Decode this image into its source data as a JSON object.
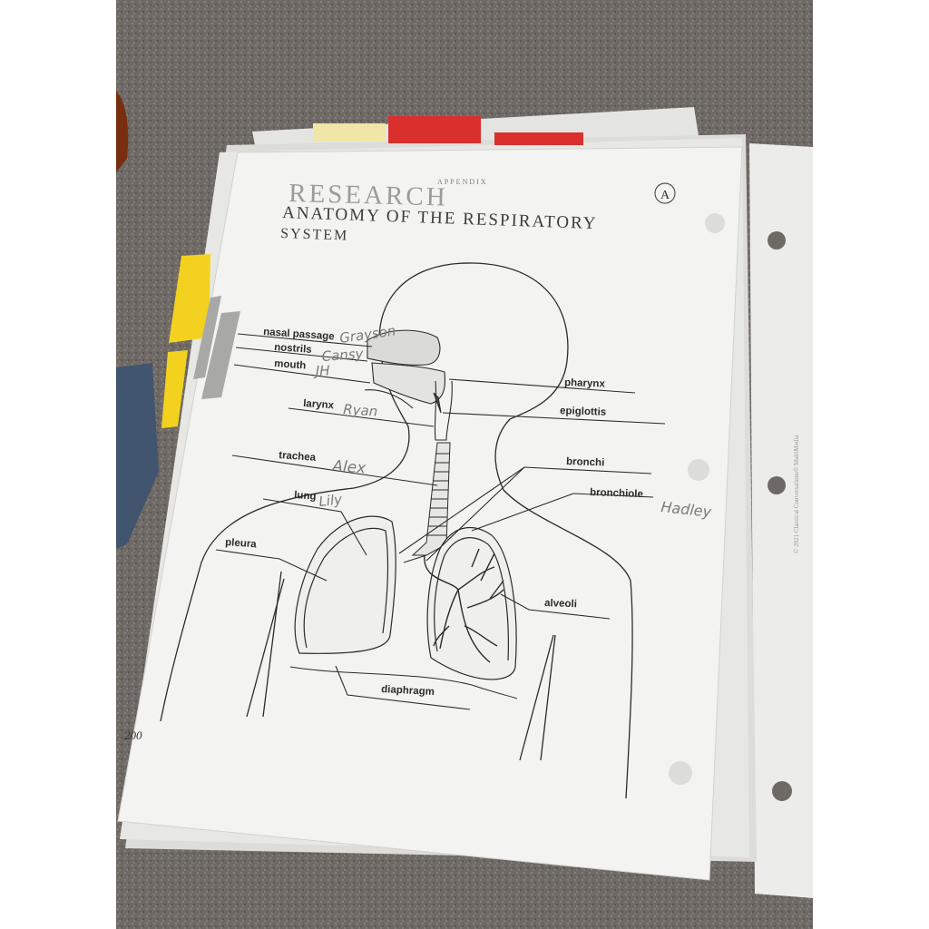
{
  "worksheet": {
    "header_small": "APPENDIX",
    "header_big": "RESEARCH",
    "title_line1": "ANATOMY OF THE RESPIRATORY",
    "title_line2": "SYSTEM",
    "badge": "A",
    "page_number": "200",
    "side_note": "© 2021 Classical Conversations® MultiMedia"
  },
  "labels": {
    "nasal_passage": "nasal passage",
    "nostrils": "nostrils",
    "mouth": "mouth",
    "larynx": "larynx",
    "trachea": "trachea",
    "lung": "lung",
    "pleura": "pleura",
    "pharynx": "pharynx",
    "epiglottis": "epiglottis",
    "bronchi": "bronchi",
    "bronchiole": "bronchiole",
    "alveoli": "alveoli",
    "diaphragm": "diaphragm"
  },
  "handwritten_names": {
    "nasal_passage": "Grayson",
    "nostrils": "Cansy",
    "mouth": "JH",
    "larynx": "Ryan",
    "trachea": "Alex",
    "lung": "Lily",
    "bronchiole": "Hadley"
  },
  "colors": {
    "carpet": "#6e6964",
    "paper": "#f3f3f1",
    "ink": "#2b2b2b",
    "tab_red": "#d9302e",
    "tab_yellow": "#f2d21e",
    "tab_cream": "#efe6a8",
    "pencil": "#7a7a7a"
  }
}
